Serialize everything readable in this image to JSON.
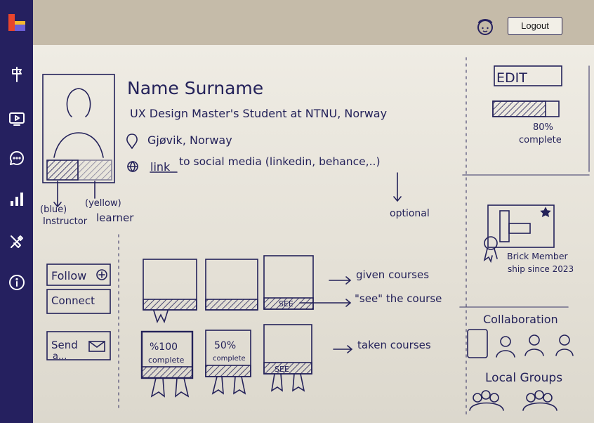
{
  "topbar": {
    "logout_label": "Logout"
  },
  "sidebar": {
    "items": [
      {
        "icon": "signpost-icon"
      },
      {
        "icon": "video-icon"
      },
      {
        "icon": "chat-icon"
      },
      {
        "icon": "bar-chart-icon"
      },
      {
        "icon": "tools-icon"
      },
      {
        "icon": "info-icon"
      }
    ]
  },
  "sketch": {
    "name": "Name Surname",
    "subtitle": "UX Design Master's Student at NTNU, Norway",
    "location": "Gjøvik, Norway",
    "link_word": "link",
    "link_rest": "to social media (linkedin, behance,..)",
    "optional": "optional",
    "blue_label": "(blue)",
    "yellow_label": "(yellow)",
    "instructor_label": "Instructor",
    "learner_label": "learner",
    "edit": "EDIT",
    "progress_percent": "80%",
    "progress_fraction": 0.8,
    "complete": "complete",
    "brick_line1": "Brick Member",
    "brick_line2": "ship since 2023",
    "follow": "Follow",
    "connect": "Connect",
    "send_line1": "Send",
    "send_line2": "a...",
    "see": "SEE",
    "given_courses": "given courses",
    "see_course": "\"see\" the course",
    "taken_courses": "taken courses",
    "taken1_pct": "%100",
    "taken1_label": "complete",
    "taken2_pct": "50%",
    "taken2_label": "complete",
    "collaboration": "Collaboration",
    "local_groups": "Local Groups"
  }
}
